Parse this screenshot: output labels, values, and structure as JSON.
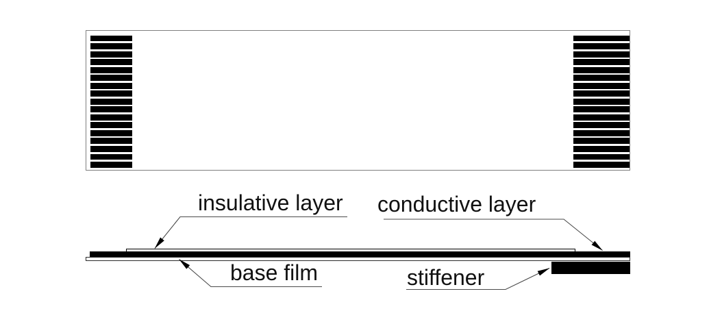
{
  "labels": {
    "insulative_layer": "insulative layer",
    "conductive_layer": "conductive layer",
    "base_film": "base film",
    "stiffener": "stiffener"
  },
  "top_view": {
    "conductor_stripes_per_side": 17
  },
  "colors": {
    "background": "#ffffff",
    "ink": "#000000",
    "top_view_outline": "#7f7f7f",
    "leader_line": "#4a4a4a"
  }
}
